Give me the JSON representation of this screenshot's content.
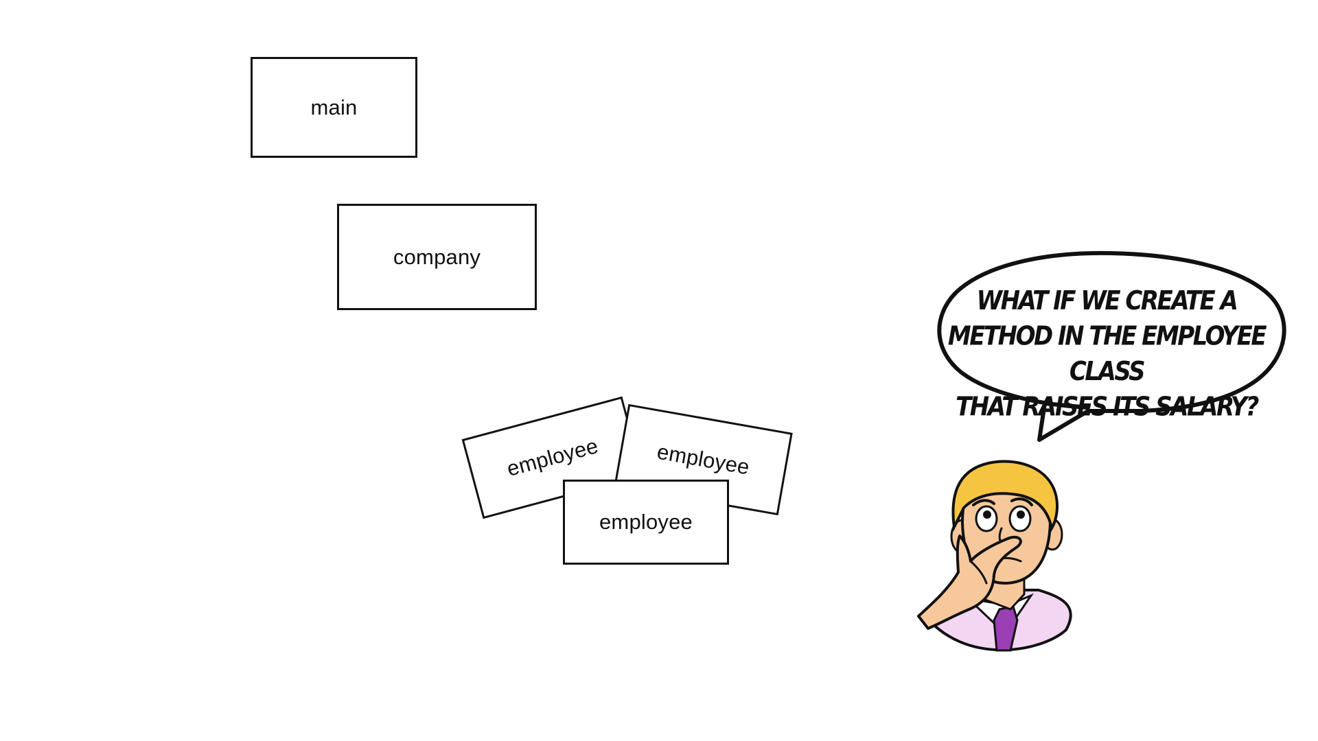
{
  "diagram": {
    "boxes": {
      "main": "main",
      "company": "company",
      "employee_left": "employee",
      "employee_right": "employee",
      "employee_front": "employee"
    }
  },
  "speech_bubble": {
    "lines": [
      "WHAT IF WE CREATE A",
      "METHOD IN THE EMPLOYEE CLASS",
      "THAT RAISES ITS SALARY?"
    ]
  },
  "colors": {
    "outline": "#111111",
    "background": "#ffffff",
    "hair": "#f5c542",
    "skin": "#f7c89b",
    "shirt": "#f3d6f2",
    "tie": "#9b3fb5"
  },
  "icons": {
    "character": "thinking-man-icon",
    "bubble": "speech-bubble-icon"
  }
}
